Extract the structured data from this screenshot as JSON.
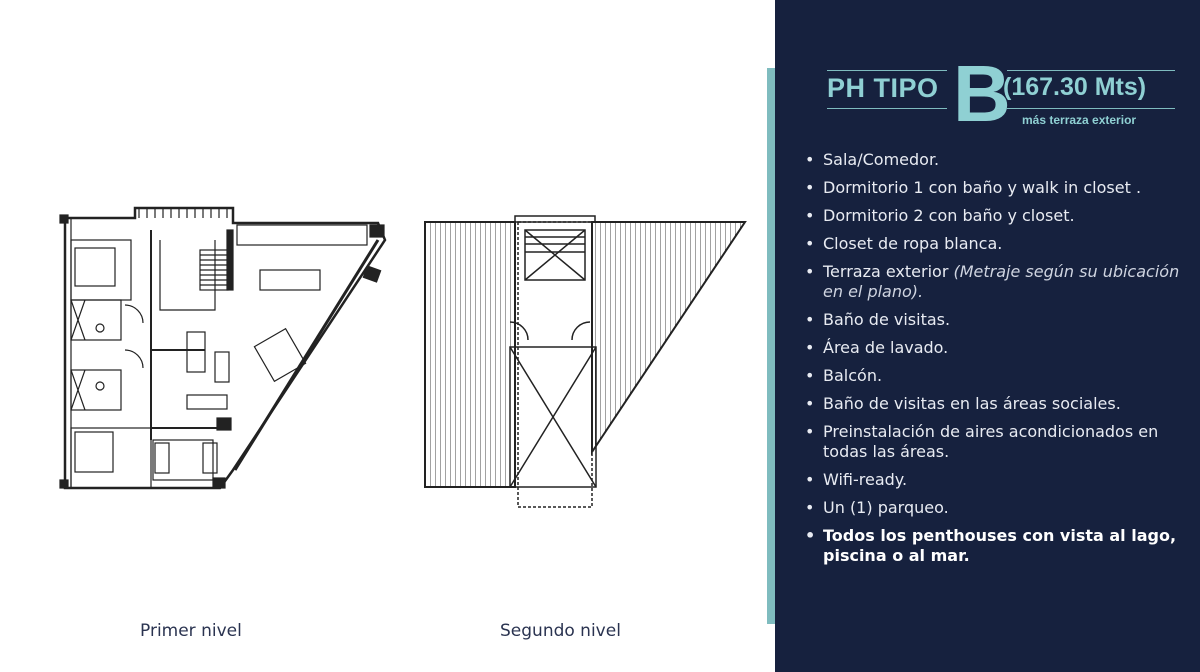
{
  "title": {
    "prefix": "PH TIPO",
    "letter": "B",
    "area": "(167.30 Mts)",
    "subtitle": "más terraza exterior"
  },
  "plans": {
    "first_caption": "Primer nivel",
    "second_caption": "Segundo nivel"
  },
  "features": [
    {
      "text": "Sala/Comedor.",
      "note": ""
    },
    {
      "text": "Dormitorio 1 con baño y walk in closet .",
      "note": ""
    },
    {
      "text": "Dormitorio 2 con baño y closet.",
      "note": ""
    },
    {
      "text": "Closet de ropa blanca.",
      "note": ""
    },
    {
      "text": "Terraza exterior ",
      "note": "(Metraje según su ubicación en el plano)."
    },
    {
      "text": "Baño de visitas.",
      "note": ""
    },
    {
      "text": "Área de lavado.",
      "note": ""
    },
    {
      "text": "Balcón.",
      "note": ""
    },
    {
      "text": "Baño de visitas en las áreas sociales.",
      "note": ""
    },
    {
      "text": "Preinstalación de aires acondicionados en todas las áreas.",
      "note": ""
    },
    {
      "text": "Wifi-ready.",
      "note": ""
    },
    {
      "text": "Un (1) parqueo.",
      "note": ""
    },
    {
      "text": "Todos los penthouses con vista al lago, piscina o al mar.",
      "note": ""
    }
  ],
  "colors": {
    "panel": "#16213e",
    "accent": "#7fbcbf",
    "title": "#8fd0d3"
  }
}
